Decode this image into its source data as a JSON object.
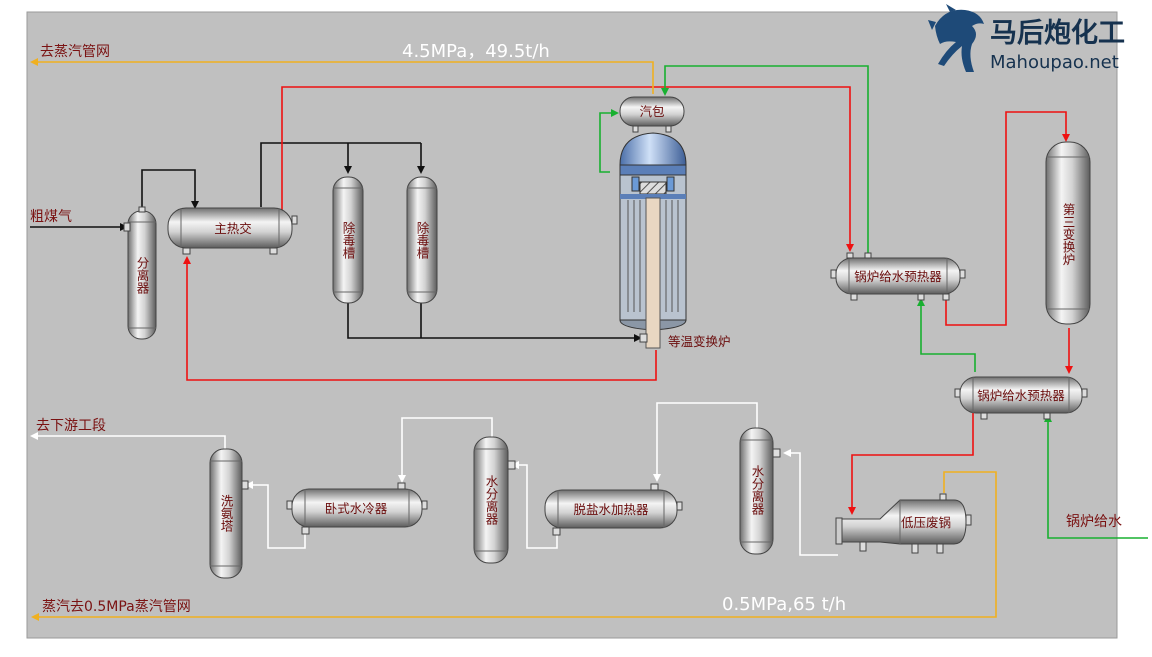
{
  "logo": {
    "name_cn": "马后炮化工",
    "site": "Mahoupao.net",
    "mascot": "horse-logo"
  },
  "streams": {
    "to_steam_network": "去蒸汽管网",
    "hp_steam_spec": "4.5MPa，49.5t/h",
    "raw_gas": "粗煤气",
    "to_downstream": "去下游工段",
    "lp_steam_to_network": "蒸汽去0.5MPa蒸汽管网",
    "lp_steam_spec": "0.5MPa,65 t/h",
    "boiler_feed_water": "锅炉给水"
  },
  "equipment": {
    "separator1": "分离器",
    "main_exchanger": "主热交",
    "detox_tank1": "除毒槽",
    "detox_tank2": "除毒槽",
    "steam_drum": "汽包",
    "isothermal_converter": "等温变换炉",
    "bfw_preheater1": "锅炉给水预热器",
    "third_converter": "第三变换炉",
    "bfw_preheater2": "锅炉给水预热器",
    "lp_waste_boiler": "低压废锅",
    "water_separator2": "水分离器",
    "demin_heater": "脱盐水加热器",
    "water_separator1": "水分离器",
    "horizontal_cooler": "卧式水冷器",
    "ammonia_washer": "洗氨塔"
  },
  "colors": {
    "panel": "#c0c0c0",
    "hot_gas": "#ee1111",
    "water": "#18b030",
    "steam": "#f0b020",
    "process": "#111111",
    "cooled": "#ffffff",
    "label": "#7a1212"
  }
}
